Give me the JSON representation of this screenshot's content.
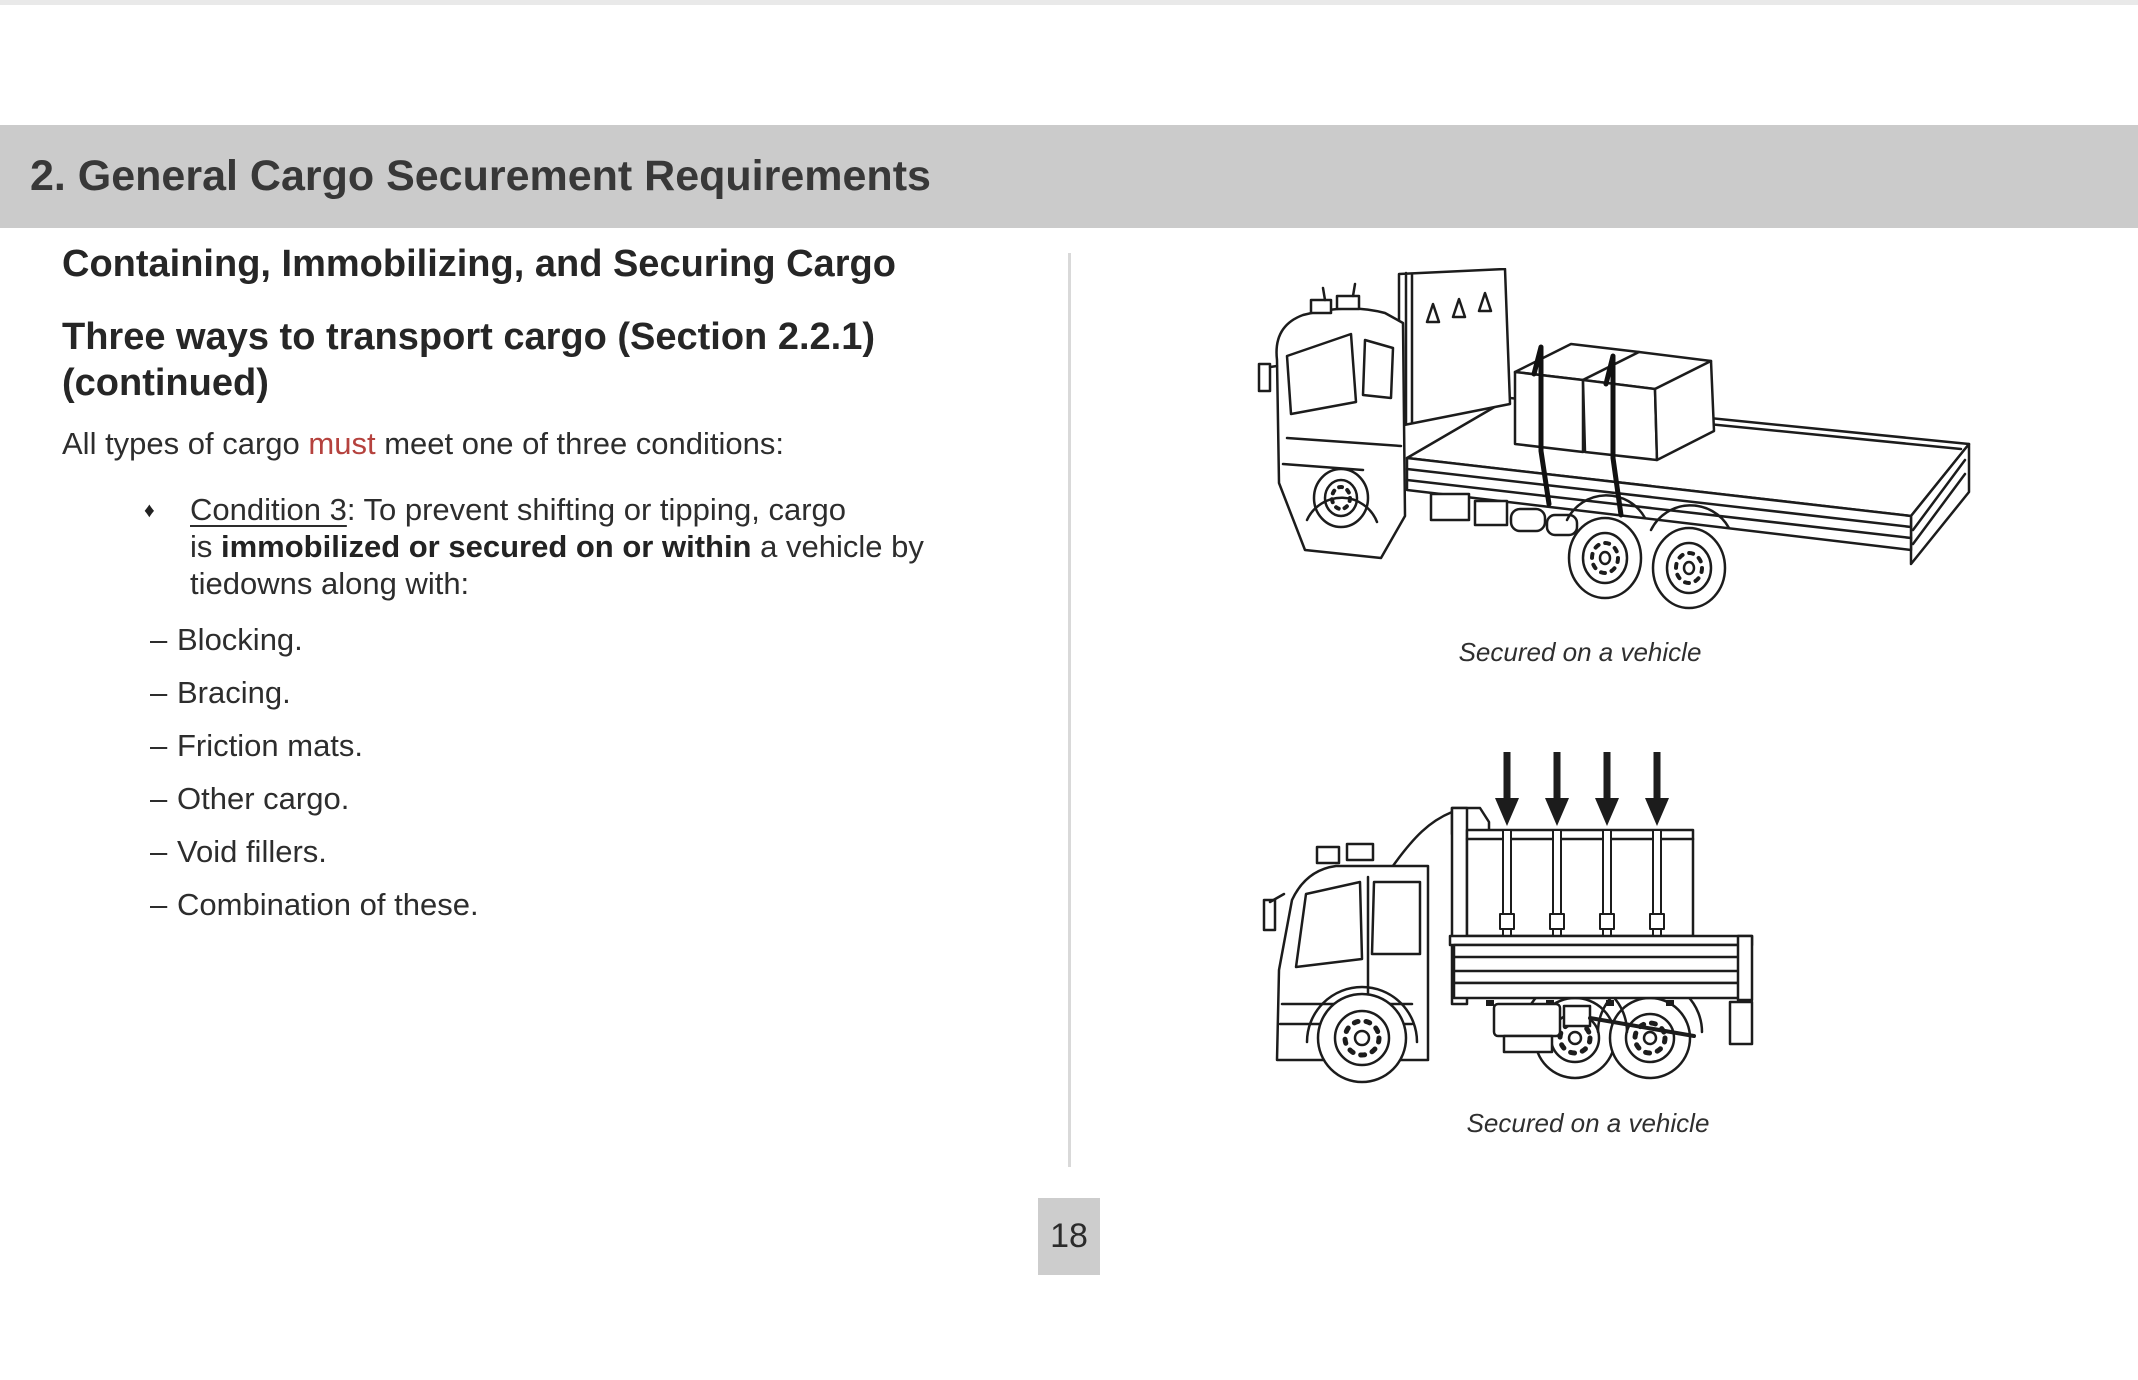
{
  "page": {
    "header_title": "2. General Cargo Securement Requirements",
    "page_number": "18"
  },
  "content": {
    "heading": "Containing, Immobilizing, and Securing Cargo",
    "subheading_line1": "Three ways to transport cargo (Section 2.2.1)",
    "subheading_line2": "(continued)",
    "intro_pre": "All types of cargo ",
    "intro_emphasis": "must",
    "intro_post": " meet one of three conditions:",
    "bullet_marker": "♦",
    "bullet": {
      "line1_underlined": "Condition 3",
      "line1_rest": ": To prevent shifting or tipping, cargo",
      "line2_pre": "is ",
      "line2_bold": "immobilized or secured on or within",
      "line2_post": " a vehicle by",
      "line3": "tiedowns along with:"
    },
    "dash_marker": "–",
    "sub_items": [
      "Blocking.",
      "Bracing.",
      "Friction mats.",
      "Other cargo.",
      "Void fillers.",
      "Combination of these."
    ]
  },
  "figures": [
    {
      "caption": "Secured on a vehicle"
    },
    {
      "caption": "Secured on a vehicle"
    }
  ],
  "colors": {
    "header_bar_bg": "#cbcbcb",
    "accent_red": "#b5423e",
    "body_text": "#2d2d2d",
    "divider": "#d9d9d9",
    "page_number_bg": "#cdcdcd",
    "line_art": "#1c1c1c"
  }
}
